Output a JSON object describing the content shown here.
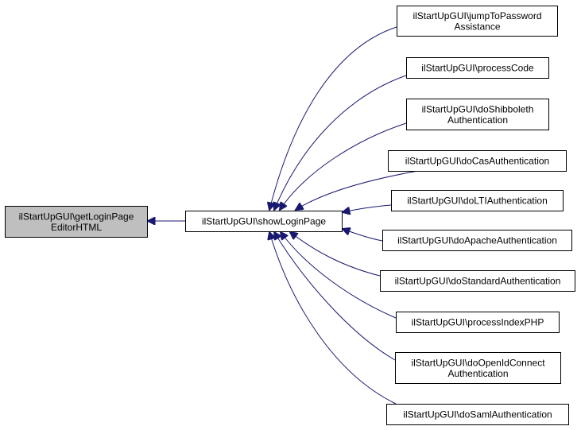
{
  "colors": {
    "focus_fill": "#bfbfbf",
    "node_fill": "#ffffff",
    "border": "#000000",
    "edge": "#191970"
  },
  "diagram": {
    "focus": {
      "id": "getLoginPageEditorHTML",
      "lines": [
        "ilStartUpGUI\\getLoginPage",
        "EditorHTML"
      ]
    },
    "center": {
      "id": "showLoginPage",
      "lines": [
        "ilStartUpGUI\\showLoginPage"
      ]
    },
    "callers": [
      {
        "id": "jumpToPasswordAssistance",
        "lines": [
          "ilStartUpGUI\\jumpToPassword",
          "Assistance"
        ]
      },
      {
        "id": "processCode",
        "lines": [
          "ilStartUpGUI\\processCode"
        ]
      },
      {
        "id": "doShibbolethAuthentication",
        "lines": [
          "ilStartUpGUI\\doShibboleth",
          "Authentication"
        ]
      },
      {
        "id": "doCasAuthentication",
        "lines": [
          "ilStartUpGUI\\doCasAuthentication"
        ]
      },
      {
        "id": "doLTIAuthentication",
        "lines": [
          "ilStartUpGUI\\doLTIAuthentication"
        ]
      },
      {
        "id": "doApacheAuthentication",
        "lines": [
          "ilStartUpGUI\\doApacheAuthentication"
        ]
      },
      {
        "id": "doStandardAuthentication",
        "lines": [
          "ilStartUpGUI\\doStandardAuthentication"
        ]
      },
      {
        "id": "processIndexPHP",
        "lines": [
          "ilStartUpGUI\\processIndexPHP"
        ]
      },
      {
        "id": "doOpenIdConnectAuthentication",
        "lines": [
          "ilStartUpGUI\\doOpenIdConnect",
          "Authentication"
        ]
      },
      {
        "id": "doSamlAuthentication",
        "lines": [
          "ilStartUpGUI\\doSamlAuthentication"
        ]
      }
    ]
  }
}
